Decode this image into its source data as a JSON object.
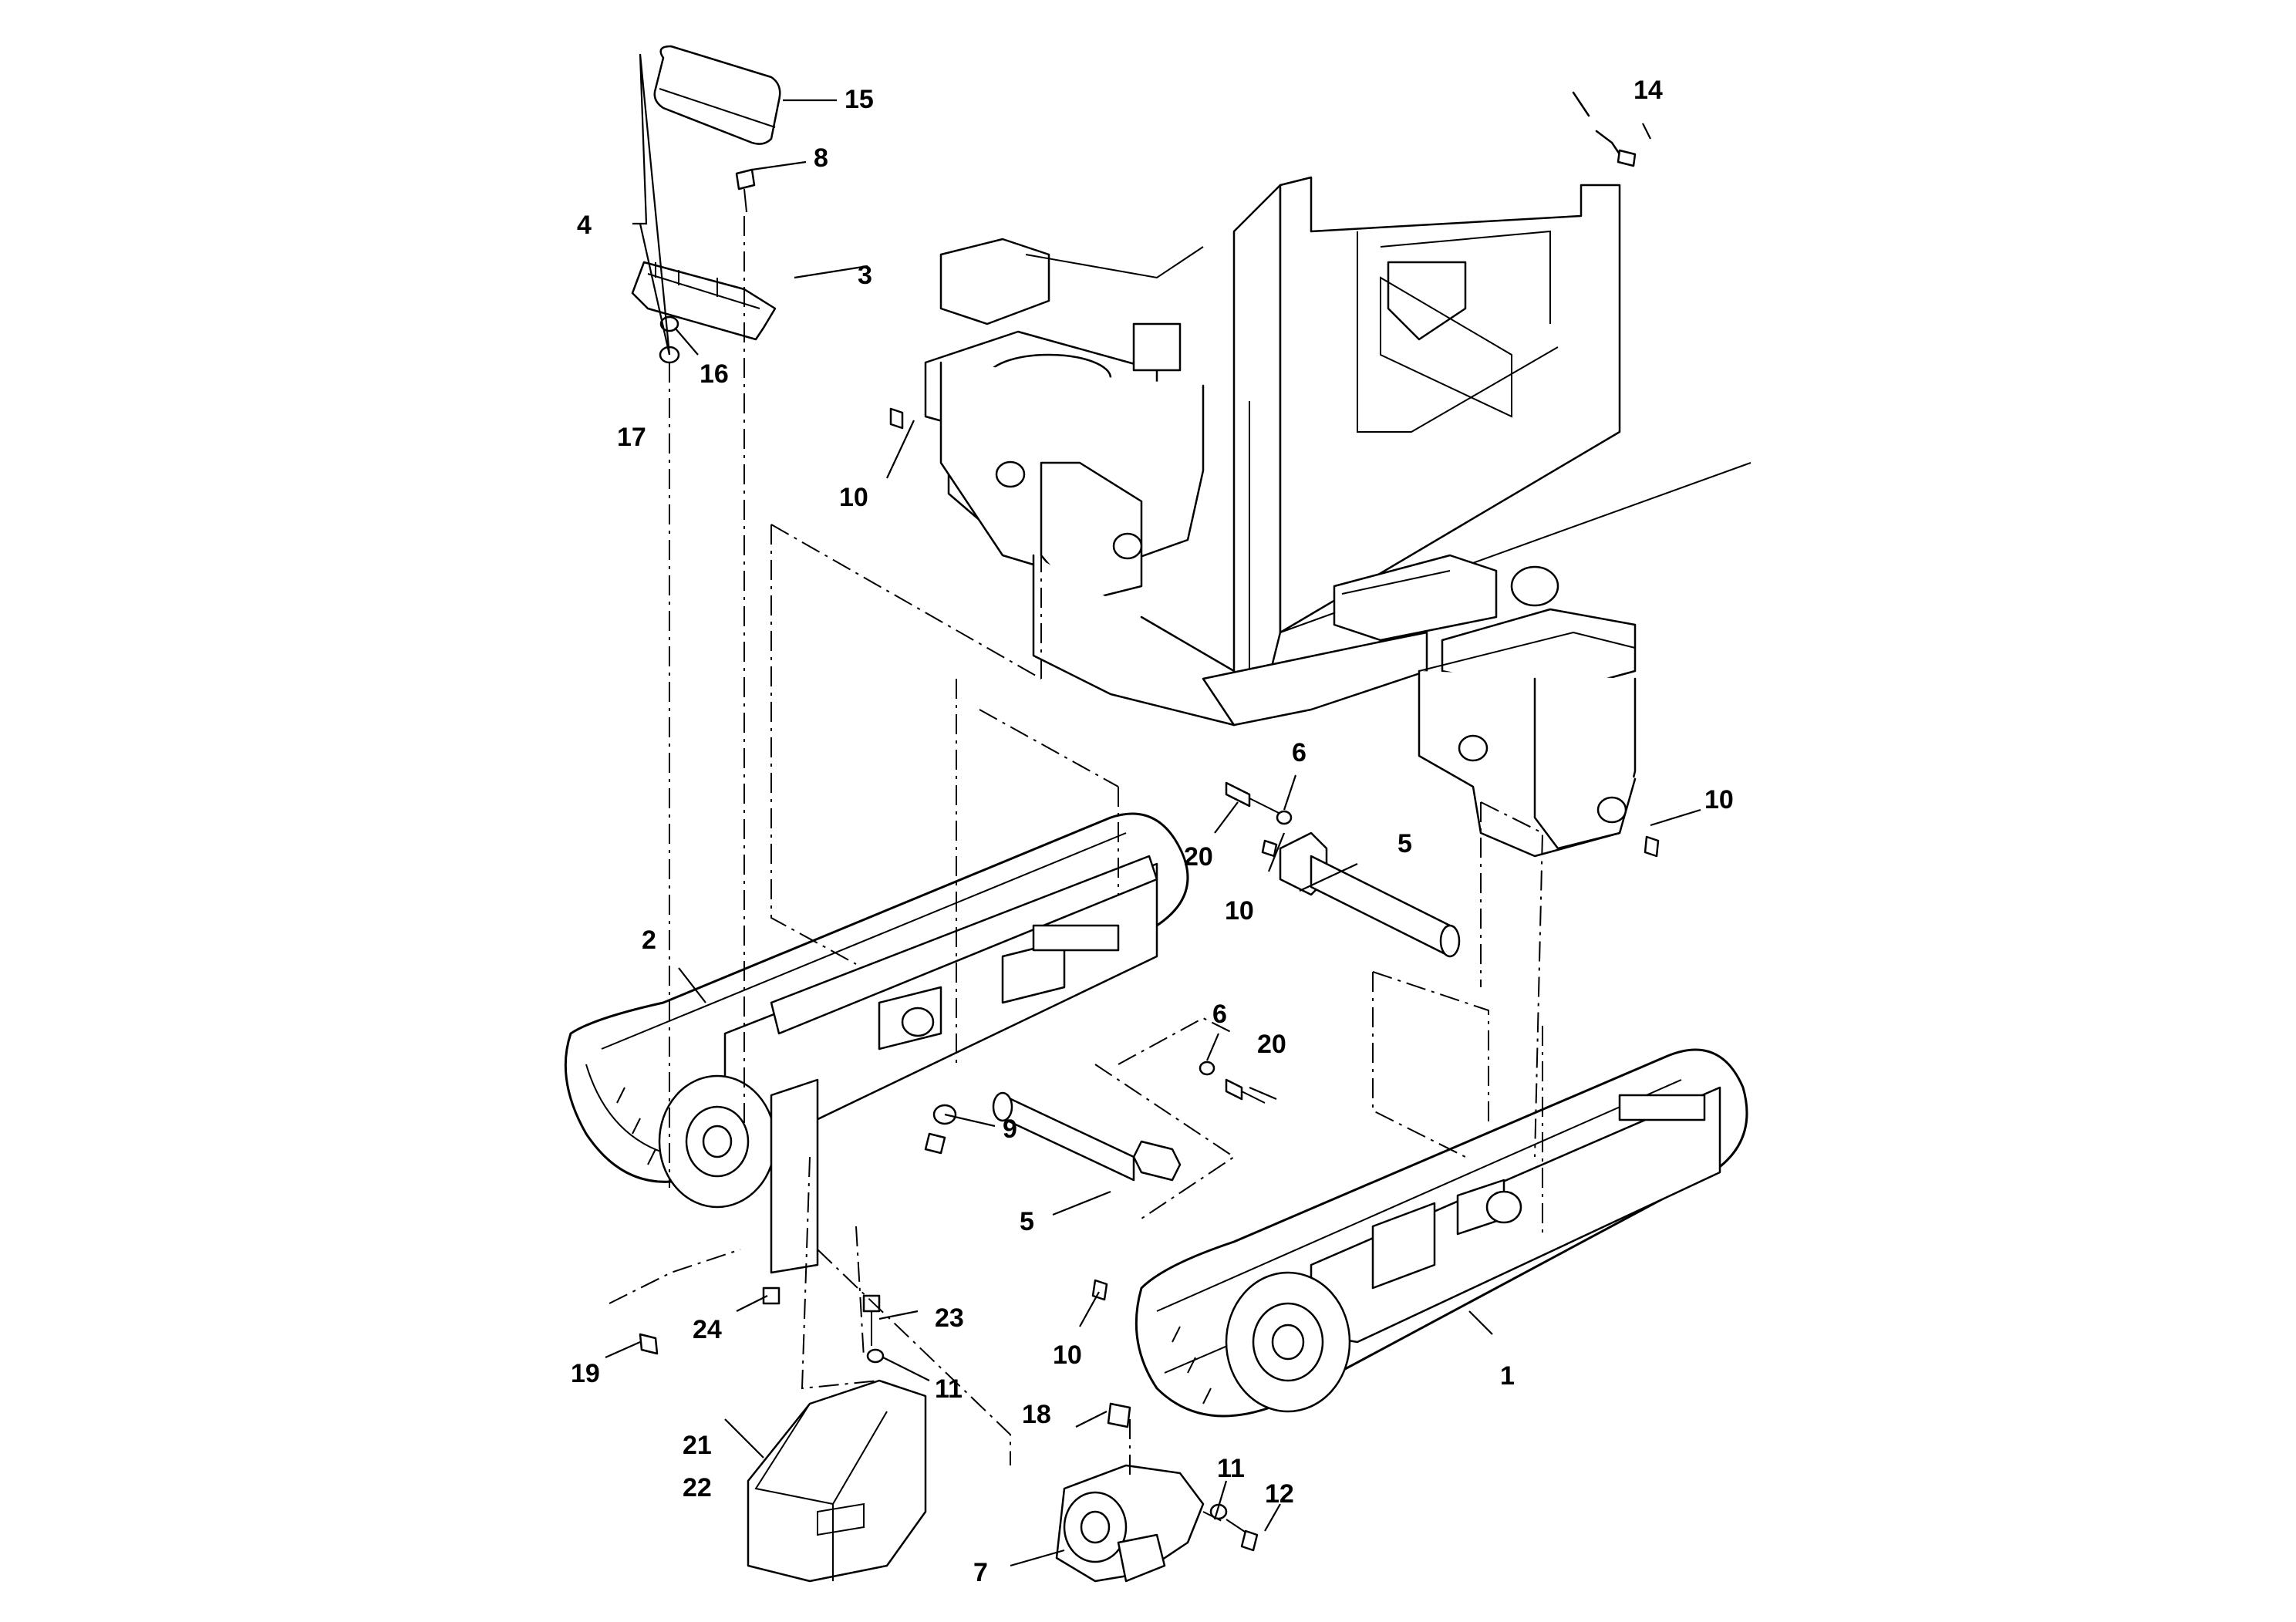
{
  "diagram": {
    "callouts": [
      {
        "id": "c1",
        "text": "1"
      },
      {
        "id": "c2",
        "text": "2"
      },
      {
        "id": "c3",
        "text": "3"
      },
      {
        "id": "c4",
        "text": "4"
      },
      {
        "id": "c5a",
        "text": "5"
      },
      {
        "id": "c5b",
        "text": "5"
      },
      {
        "id": "c6a",
        "text": "6"
      },
      {
        "id": "c6b",
        "text": "6"
      },
      {
        "id": "c7",
        "text": "7"
      },
      {
        "id": "c8",
        "text": "8"
      },
      {
        "id": "c9",
        "text": "9"
      },
      {
        "id": "c10a",
        "text": "10"
      },
      {
        "id": "c10b",
        "text": "10"
      },
      {
        "id": "c10c",
        "text": "10"
      },
      {
        "id": "c10d",
        "text": "10"
      },
      {
        "id": "c11a",
        "text": "11"
      },
      {
        "id": "c11b",
        "text": "11"
      },
      {
        "id": "c12",
        "text": "12"
      },
      {
        "id": "c14",
        "text": "14"
      },
      {
        "id": "c15",
        "text": "15"
      },
      {
        "id": "c16",
        "text": "16"
      },
      {
        "id": "c17",
        "text": "17"
      },
      {
        "id": "c18",
        "text": "18"
      },
      {
        "id": "c19",
        "text": "19"
      },
      {
        "id": "c20a",
        "text": "20"
      },
      {
        "id": "c20b",
        "text": "20"
      },
      {
        "id": "c21",
        "text": "21"
      },
      {
        "id": "c22",
        "text": "22"
      },
      {
        "id": "c23",
        "text": "23"
      },
      {
        "id": "c24",
        "text": "24"
      }
    ]
  }
}
